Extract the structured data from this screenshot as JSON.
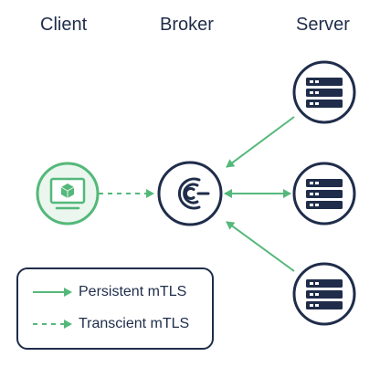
{
  "columns": {
    "client": "Client",
    "broker": "Broker",
    "server": "Server"
  },
  "legend": {
    "persistent": "Persistent mTLS",
    "transient": "Transcient mTLS"
  },
  "nodes": {
    "client_icon": "monitor-cube-icon",
    "broker_icon": "broker-logo-icon",
    "server_icon": "server-rack-icon"
  },
  "colors": {
    "navy": "#1f2d4a",
    "green": "#54b87a",
    "green_fill": "#eaf6ee"
  }
}
